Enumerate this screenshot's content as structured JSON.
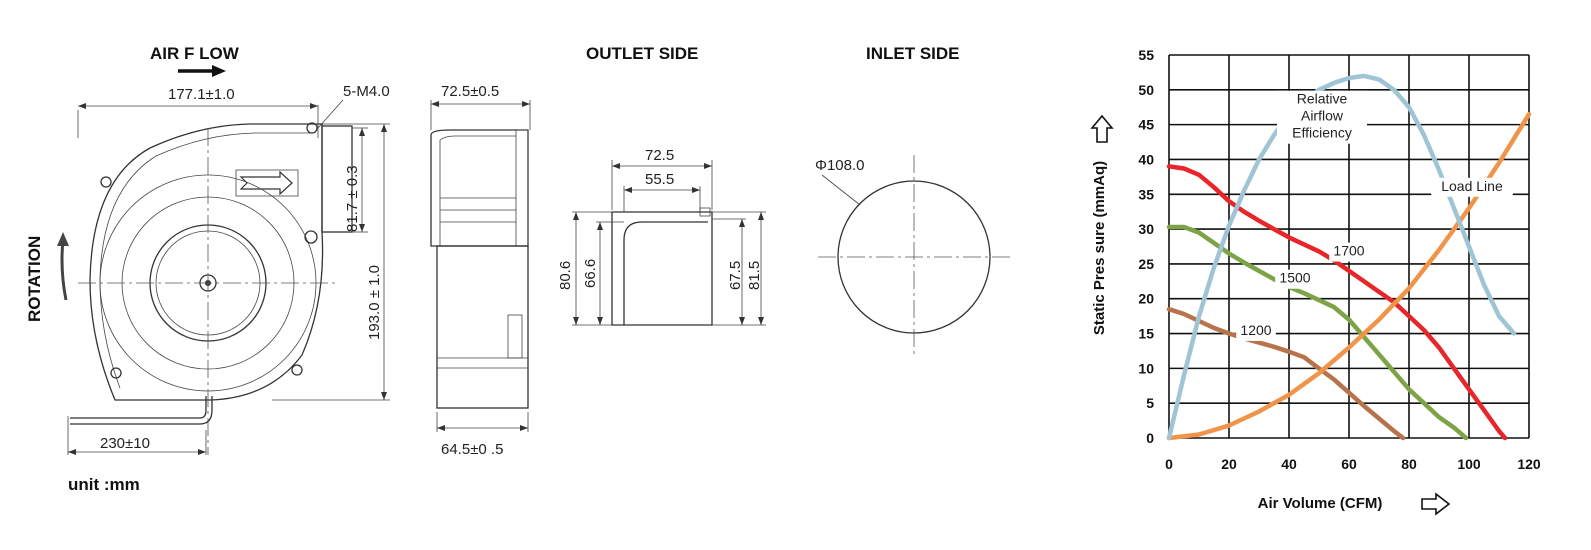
{
  "drawing": {
    "headers": {
      "air_flow": "AIR F LOW",
      "rotation": "ROTATION",
      "outlet_side": "OUTLET SIDE",
      "inlet_side": "INLET SIDE"
    },
    "front_view": {
      "width": "177.1±1.0",
      "screw": "5-M4.0",
      "outlet_height": "81.7 ± 0.3",
      "height": "193.0 ± 1.0",
      "lead_length": "230±10"
    },
    "side_view": {
      "top_depth": "72.5±0.5",
      "bottom_depth": "64.5±0 .5"
    },
    "outlet_view": {
      "outer_width": "72.5",
      "inner_width": "55.5",
      "left_outer": "80.6",
      "left_inner": "66.6",
      "right_inner": "67.5",
      "right_outer": "81.5"
    },
    "inlet_view": {
      "diameter": "Φ108.0"
    },
    "unit": "unit :mm"
  },
  "chart_data": {
    "type": "line",
    "xlabel": "Air Volume (CFM)",
    "ylabel": "Static Pres sure (mmAq)",
    "xlim": [
      0,
      120
    ],
    "ylim": [
      0,
      55
    ],
    "x_ticks": [
      "0",
      "20",
      "40",
      "60",
      "80",
      "100",
      "120"
    ],
    "y_ticks": [
      "0",
      "5",
      "10",
      "15",
      "20",
      "25",
      "30",
      "35",
      "40",
      "45",
      "50",
      "55"
    ],
    "grid": true,
    "series": [
      {
        "name": "1700",
        "color": "#e8262a",
        "label_at": [
          60,
          26.2
        ],
        "points": [
          [
            0,
            39
          ],
          [
            5,
            38.7
          ],
          [
            10,
            37.8
          ],
          [
            15,
            36
          ],
          [
            20,
            34
          ],
          [
            25,
            32.5
          ],
          [
            30,
            31.2
          ],
          [
            35,
            30
          ],
          [
            40,
            28.8
          ],
          [
            45,
            27.8
          ],
          [
            50,
            26.8
          ],
          [
            55,
            25.5
          ],
          [
            60,
            24
          ],
          [
            65,
            22.5
          ],
          [
            70,
            21
          ],
          [
            75,
            19.5
          ],
          [
            80,
            17.5
          ],
          [
            85,
            15.5
          ],
          [
            90,
            13
          ],
          [
            95,
            10
          ],
          [
            100,
            7
          ],
          [
            105,
            4
          ],
          [
            110,
            1
          ],
          [
            112,
            0
          ]
        ]
      },
      {
        "name": "1500",
        "color": "#7ea346",
        "label_at": [
          42,
          22.3
        ],
        "points": [
          [
            0,
            30.3
          ],
          [
            5,
            30.3
          ],
          [
            10,
            29.5
          ],
          [
            15,
            28
          ],
          [
            20,
            26.5
          ],
          [
            25,
            25.2
          ],
          [
            30,
            24
          ],
          [
            35,
            22.8
          ],
          [
            40,
            21.7
          ],
          [
            45,
            20.8
          ],
          [
            50,
            19.8
          ],
          [
            55,
            18.8
          ],
          [
            60,
            17
          ],
          [
            65,
            14.5
          ],
          [
            70,
            12
          ],
          [
            75,
            9.5
          ],
          [
            80,
            7
          ],
          [
            85,
            5
          ],
          [
            90,
            3
          ],
          [
            95,
            1.5
          ],
          [
            99,
            0
          ]
        ]
      },
      {
        "name": "1200",
        "color": "#b8734c",
        "label_at": [
          29,
          14.8
        ],
        "points": [
          [
            0,
            18.5
          ],
          [
            5,
            17.8
          ],
          [
            10,
            16.8
          ],
          [
            15,
            15.8
          ],
          [
            20,
            15
          ],
          [
            25,
            14.3
          ],
          [
            30,
            13.7
          ],
          [
            35,
            13.1
          ],
          [
            40,
            12.4
          ],
          [
            45,
            11.6
          ],
          [
            50,
            10
          ],
          [
            55,
            8.4
          ],
          [
            60,
            6.5
          ],
          [
            65,
            4.6
          ],
          [
            70,
            2.8
          ],
          [
            75,
            1
          ],
          [
            78,
            0
          ]
        ]
      },
      {
        "name": "Load Line",
        "color": "#f0944a",
        "label_at": [
          101,
          35.5
        ],
        "points": [
          [
            0,
            0
          ],
          [
            10,
            0.5
          ],
          [
            20,
            1.8
          ],
          [
            30,
            3.8
          ],
          [
            40,
            6.2
          ],
          [
            50,
            9.3
          ],
          [
            60,
            13
          ],
          [
            70,
            17
          ],
          [
            80,
            21.5
          ],
          [
            90,
            27
          ],
          [
            100,
            33
          ],
          [
            110,
            39.5
          ],
          [
            120,
            46.5
          ]
        ]
      },
      {
        "name": "Relative Airflow Efficiency",
        "label_lines": [
          "Relative",
          "Airflow",
          "Efficiency"
        ],
        "color": "#9ec4d6",
        "label_at": [
          51,
          48
        ],
        "points": [
          [
            0,
            0
          ],
          [
            5,
            9
          ],
          [
            10,
            17.5
          ],
          [
            15,
            24.5
          ],
          [
            20,
            30.5
          ],
          [
            25,
            35.5
          ],
          [
            30,
            40
          ],
          [
            35,
            43.5
          ],
          [
            40,
            46.5
          ],
          [
            45,
            48.5
          ],
          [
            50,
            50
          ],
          [
            55,
            51
          ],
          [
            60,
            51.7
          ],
          [
            65,
            52
          ],
          [
            70,
            51.5
          ],
          [
            75,
            50
          ],
          [
            80,
            47.5
          ],
          [
            85,
            43.5
          ],
          [
            90,
            38.5
          ],
          [
            95,
            33
          ],
          [
            100,
            27.5
          ],
          [
            105,
            22
          ],
          [
            110,
            17.5
          ],
          [
            115,
            15
          ]
        ]
      }
    ]
  }
}
